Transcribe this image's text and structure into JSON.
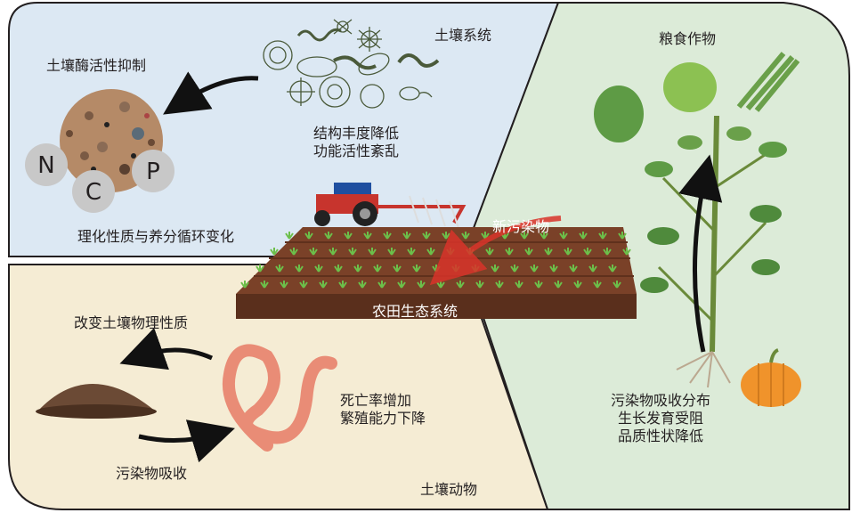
{
  "soil_system": {
    "panel_title": "土壤系统",
    "enzyme_label": "土壤酶活性抑制",
    "microbe_effect_line1": "结构丰度降低",
    "microbe_effect_line2": "功能活性紊乱",
    "physchem_label": "理化性质与养分循环变化",
    "nutrients": [
      "N",
      "C",
      "P"
    ]
  },
  "crops": {
    "panel_title": "粮食作物",
    "effect_line1": "污染物吸收分布",
    "effect_line2": "生长发育受阻",
    "effect_line3": "品质性状降低"
  },
  "soil_animals": {
    "panel_title": "土壤动物",
    "property_label": "改变土壤物理性质",
    "absorb_label": "污染物吸收",
    "effect_line1": "死亡率增加",
    "effect_line2": "繁殖能力下降"
  },
  "farmland": {
    "center_label": "农田生态系统",
    "pollutant_label": "新污染物"
  },
  "colors": {
    "soil_panel": "#dce8f3",
    "crop_panel": "#dcebd8",
    "animal_panel": "#f5ecd4",
    "field_soil": "#6b3a26",
    "pollutant_arrow": "#d9332a"
  }
}
